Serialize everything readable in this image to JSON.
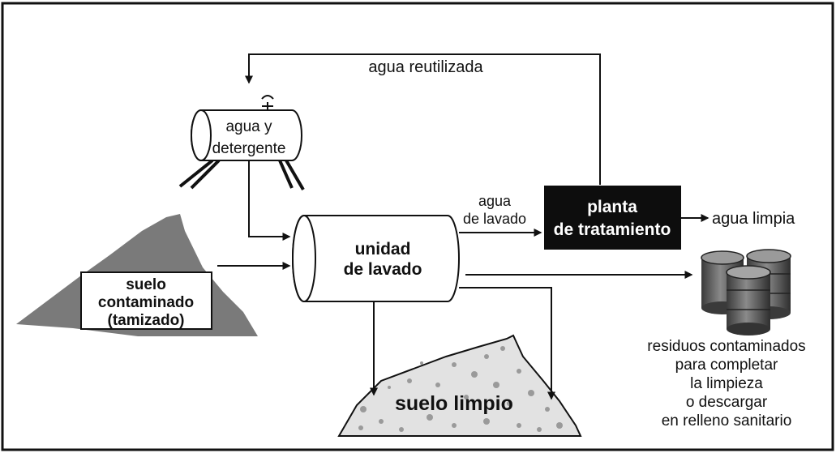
{
  "colors": {
    "background": "#ffffff",
    "ink": "#111111",
    "soil_contaminated": "#7a7a7a",
    "soil_clean": "#e2e2e2",
    "soil_dots": "#9a9a9a",
    "plant_fill": "#0d0d0d",
    "barrel": "#6b6b6b"
  },
  "labels": {
    "reused_water": "agua reutilizada",
    "tank_line1": "agua y",
    "tank_line2": "detergente",
    "wash_water_line1": "agua",
    "wash_water_line2": "de lavado",
    "plant_line1": "planta",
    "plant_line2": "de tratamiento",
    "clean_water": "agua limpia",
    "unit_line1": "unidad",
    "unit_line2": "de lavado",
    "contaminated_line1": "suelo",
    "contaminated_line2": "contaminado",
    "contaminated_line3": "(tamizado)",
    "clean_soil": "suelo limpio",
    "residues_line1": "residuos contaminados",
    "residues_line2": "para completar",
    "residues_line3": "la limpieza",
    "residues_line4": "o descargar",
    "residues_line5": "en relleno sanitario"
  },
  "icons": [
    "tank-icon",
    "barrels-icon",
    "arrow-icon"
  ]
}
